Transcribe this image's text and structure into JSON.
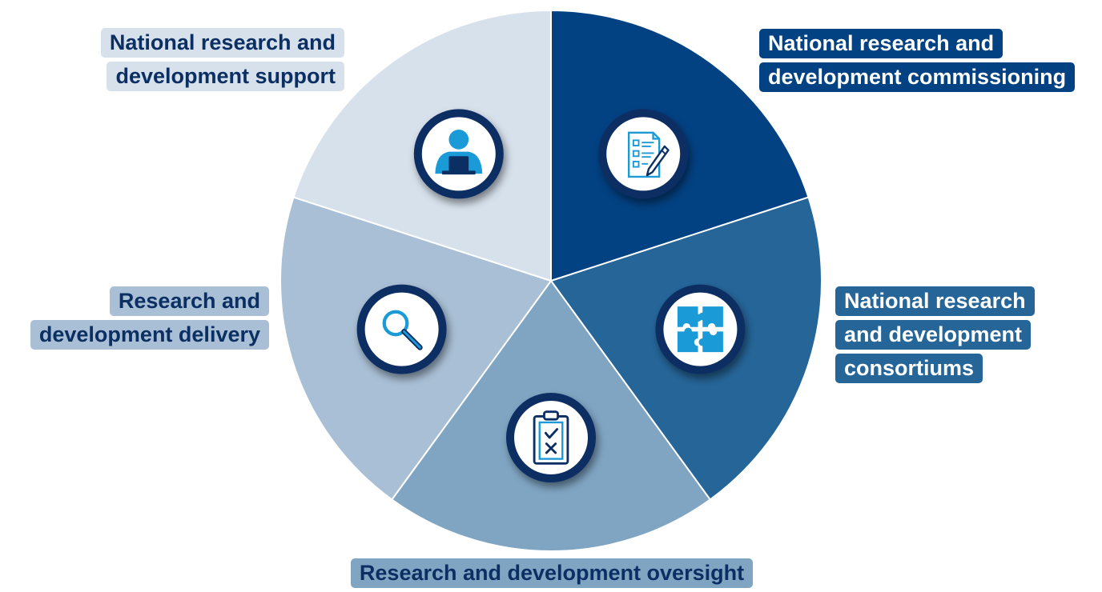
{
  "segments": [
    {
      "id": "commissioning",
      "lines": [
        "National research and",
        "development commissioning"
      ],
      "fill": "#024182",
      "label_bg": "#024182",
      "label_color": "#ffffff",
      "icon": "document-checklist-icon"
    },
    {
      "id": "consortia",
      "lines": [
        "National research",
        "and development",
        "consortiums"
      ],
      "fill": "#256598",
      "label_bg": "#256598",
      "label_color": "#ffffff",
      "icon": "puzzle-icon"
    },
    {
      "id": "oversight",
      "lines": [
        "Research and development oversight"
      ],
      "fill": "#80a5c3",
      "label_bg": "#80a5c3",
      "label_color": "#0b2f63",
      "icon": "clipboard-check-icon"
    },
    {
      "id": "delivery",
      "lines": [
        "Research and",
        "development delivery"
      ],
      "fill": "#a9bfd5",
      "label_bg": "#a9bfd5",
      "label_color": "#0b2f63",
      "icon": "magnifier-icon"
    },
    {
      "id": "support",
      "lines": [
        "National research and",
        "development support"
      ],
      "fill": "#d7e1ec",
      "label_bg": "#d7e1ec",
      "label_color": "#0b2f63",
      "icon": "person-laptop-icon"
    }
  ],
  "colors": {
    "icon_ring": "#0b2f63",
    "icon_accent": "#1a9ad6",
    "divider": "#ffffff"
  }
}
